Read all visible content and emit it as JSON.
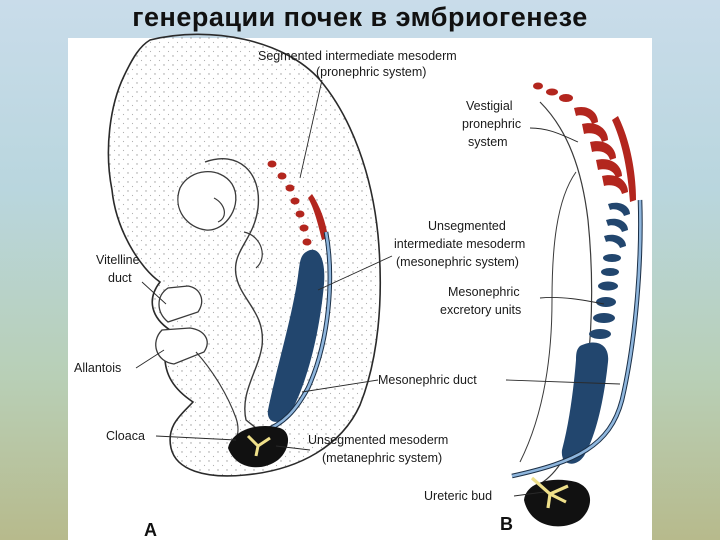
{
  "title": "генерации почек в эмбриогенезе",
  "labels": {
    "segmented_line1": "Segmented intermediate mesoderm",
    "segmented_line2": "(pronephric system)",
    "vestigial_line1": "Vestigial",
    "vestigial_line2": "pronephric",
    "vestigial_line3": "system",
    "unseg_line1": "Unsegmented",
    "unseg_line2": "intermediate mesoderm",
    "unseg_line3": "(mesonephric system)",
    "vitelline_line1": "Vitelline",
    "vitelline_line2": "duct",
    "mesoexc_line1": "Mesonephric",
    "mesoexc_line2": "excretory units",
    "allantois": "Allantois",
    "mesonephric_duct": "Mesonephric duct",
    "cloaca": "Cloaca",
    "meta_line1": "Unsegmented mesoderm",
    "meta_line2": "(metanephric system)",
    "ureteric_bud": "Ureteric bud",
    "panel_a": "A",
    "panel_b": "B"
  },
  "colors": {
    "pronephric": "#b3261e",
    "mesonephric": "#22466e",
    "duct": "#8fb6dd",
    "metanephric": "#111111",
    "ureteric": "#efe08a"
  }
}
